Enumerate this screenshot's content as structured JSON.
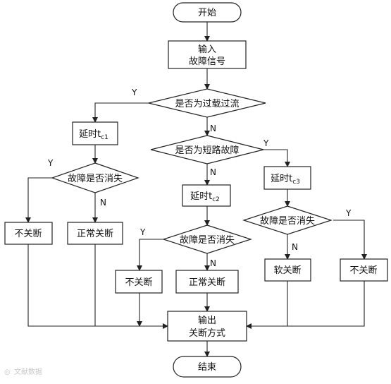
{
  "nodes": {
    "start": "开始",
    "input_l1": "输入",
    "input_l2": "故障信号",
    "overload": "是否为过载过流",
    "delay1_main": "延时t",
    "delay1_sub": "c1",
    "fault_gone1": "故障是否消失",
    "no_trip1": "不关断",
    "normal_trip1": "正常关断",
    "short": "是否为短路故障",
    "delay2_main": "延时t",
    "delay2_sub": "c2",
    "fault_gone2": "故障是否消失",
    "no_trip2": "不关断",
    "normal_trip2": "正常关断",
    "delay3_main": "延时t",
    "delay3_sub": "c3",
    "fault_gone3": "故障是否消失",
    "soft_trip": "软关断",
    "no_trip3": "不关断",
    "output_l1": "输出",
    "output_l2": "关断方式",
    "end": "结束"
  },
  "branch_labels": {
    "overload_yes": "Y",
    "overload_no": "N",
    "short_yes": "Y",
    "short_no": "N",
    "gone1_yes": "Y",
    "gone1_no": "N",
    "gone2_yes": "Y",
    "gone2_no": "N",
    "gone3_yes": "Y",
    "gone3_no": "N"
  },
  "watermark": "文献数据"
}
